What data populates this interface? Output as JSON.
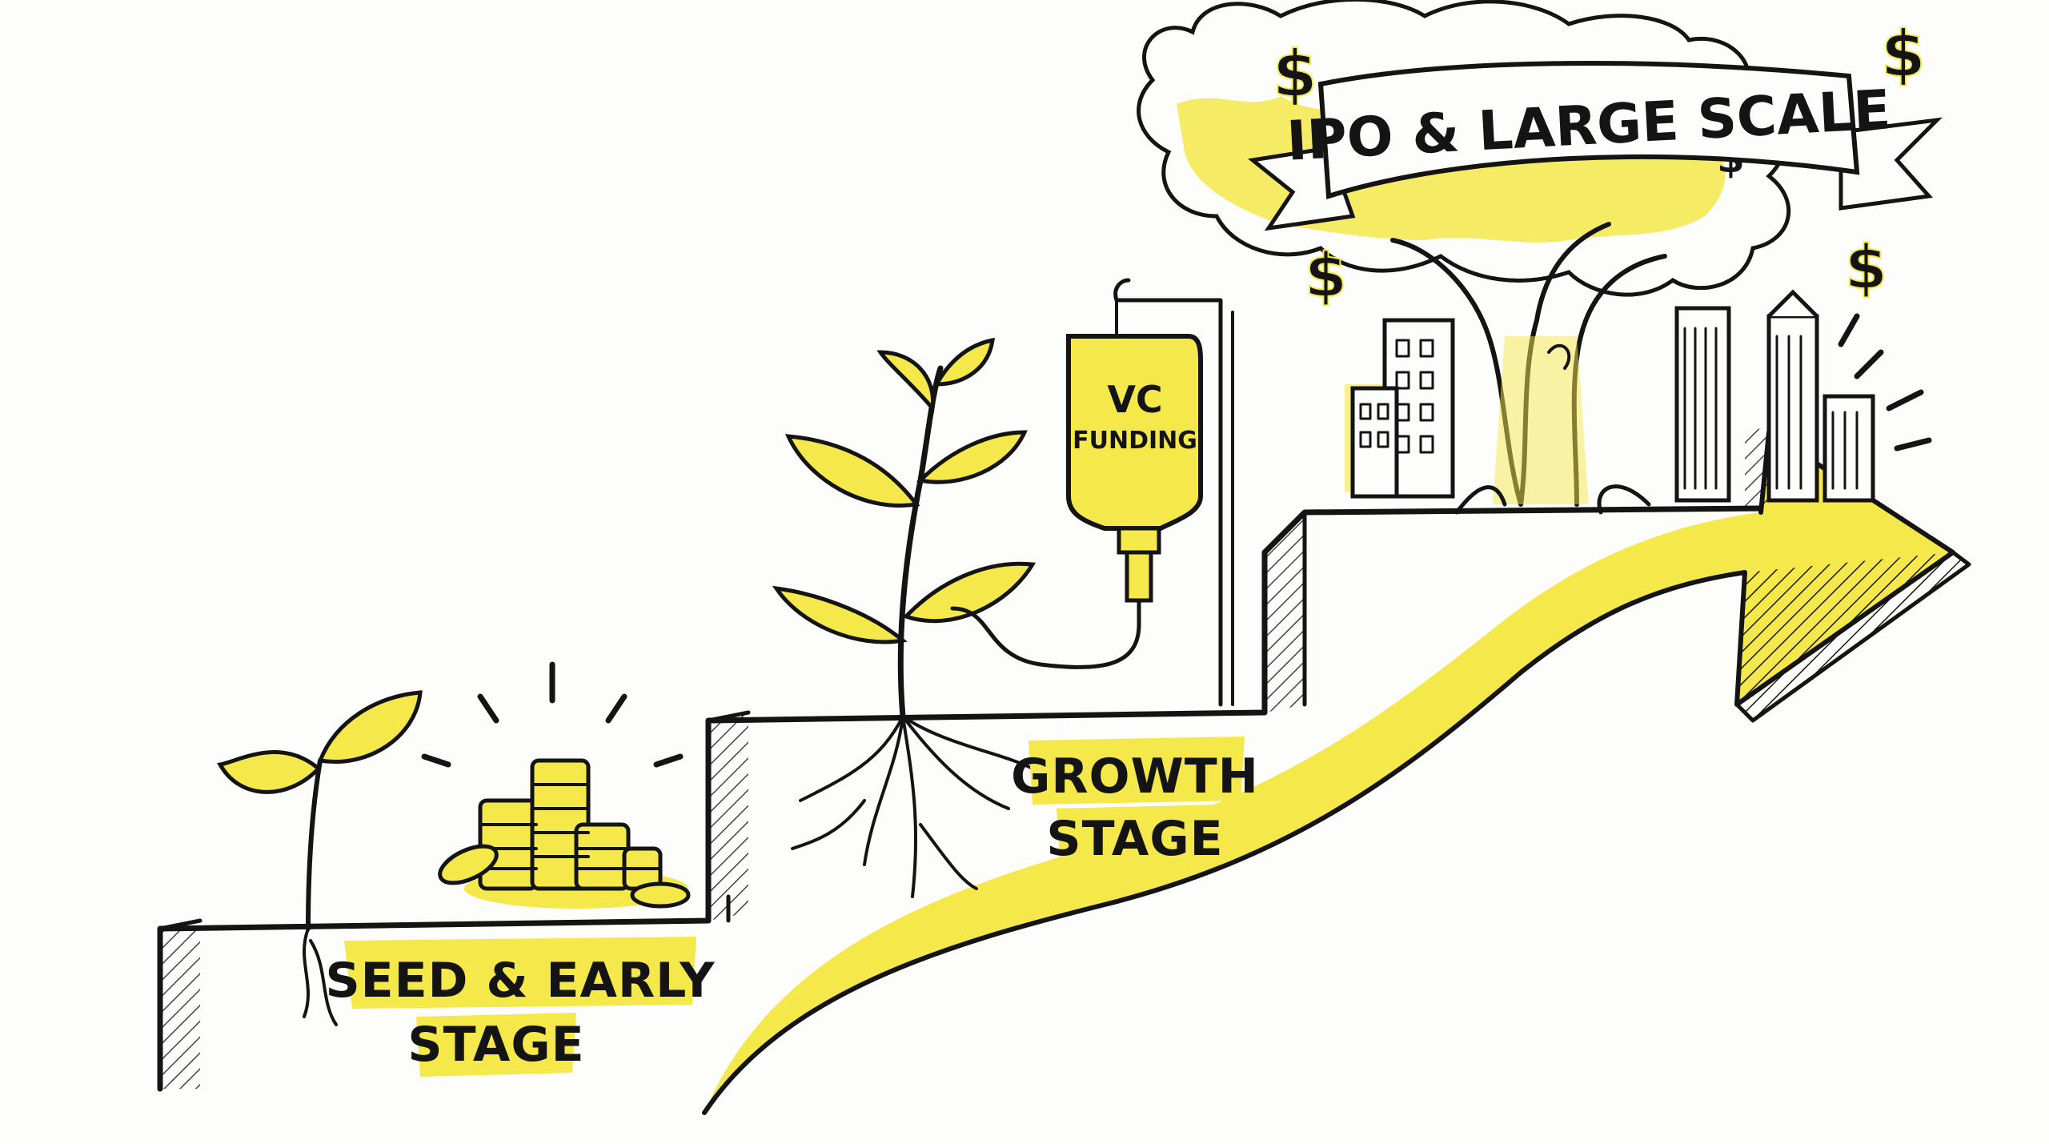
{
  "colors": {
    "ink": "#141414",
    "highlight": "#f5e84a",
    "paper": "#fdfdfb"
  },
  "stages": [
    {
      "id": "seed",
      "line1": "SEED & EARLY",
      "line2": "STAGE"
    },
    {
      "id": "growth",
      "line1": "GROWTH",
      "line2": "STAGE"
    },
    {
      "id": "ipo",
      "line1": "IPO & LARGE SCALE"
    }
  ],
  "iv_bag": {
    "line1": "VC",
    "line2": "FUNDING"
  },
  "currency_symbol": "$",
  "icons": [
    "sprout-icon",
    "coin-stack-icon",
    "young-plant-icon",
    "iv-bag-icon",
    "tree-icon",
    "city-buildings-icon",
    "growth-arrow-icon",
    "dollar-sign-icon"
  ]
}
